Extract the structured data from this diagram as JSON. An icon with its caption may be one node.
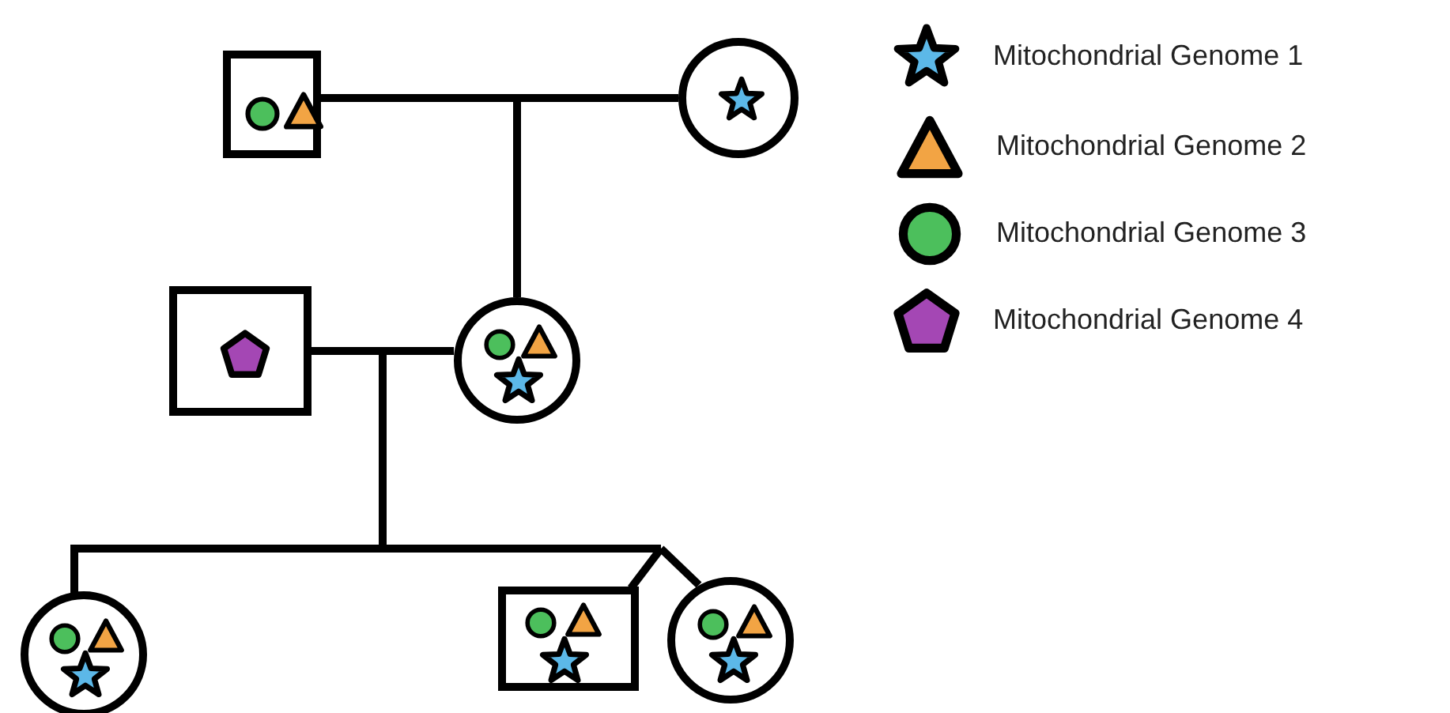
{
  "diagram": {
    "nodes": [
      {
        "text": [],
        "shape": "box"
      },
      {
        "text": [],
        "shape": "circle",
        "in": 0
      },
      {
        "text": [],
        "shape": "triangle",
        "in": 0
      },
      {
        "text": [],
        "shape": "circle"
      },
      {
        "text": [],
        "shape": "star",
        "in": 3
      },
      {
        "text": [],
        "shape": "box"
      },
      {
        "text": [],
        "shape": "pentagon",
        "in": 5
      },
      {
        "text": [],
        "shape": "circle"
      },
      {
        "text": [],
        "shape": "circle",
        "in": 7
      },
      {
        "text": [],
        "shape": "triangle",
        "in": 7
      },
      {
        "text": [],
        "shape": "star",
        "in": 7
      },
      {
        "text": [],
        "shape": "circle"
      },
      {
        "text": [],
        "shape": "circle",
        "in": 11
      },
      {
        "text": [],
        "shape": "triangle",
        "in": 11
      },
      {
        "text": [],
        "shape": "star",
        "in": 11
      },
      {
        "text": [],
        "shape": "box"
      },
      {
        "text": [],
        "shape": "circle",
        "in": 15
      },
      {
        "text": [],
        "shape": "triangle",
        "in": 15
      },
      {
        "text": [],
        "shape": "star",
        "in": 15
      },
      {
        "text": [],
        "shape": "circle"
      },
      {
        "text": [],
        "shape": "circle",
        "in": 19
      },
      {
        "text": [],
        "shape": "triangle",
        "in": 19
      },
      {
        "text": [],
        "shape": "star",
        "in": 19
      }
    ],
    "edges": [
      {
        "from": 0,
        "to": 3,
        "arrow": "none"
      },
      {
        "from": 0,
        "to": 7,
        "arrow": "none"
      },
      {
        "from": 3,
        "to": 7,
        "arrow": "none"
      },
      {
        "from": 5,
        "to": 7,
        "arrow": "none"
      },
      {
        "from": 5,
        "to": 11,
        "arrow": "none"
      },
      {
        "from": 5,
        "to": 15,
        "arrow": "none"
      },
      {
        "from": 5,
        "to": 19,
        "arrow": "none"
      },
      {
        "from": 7,
        "to": 11,
        "arrow": "none"
      },
      {
        "from": 7,
        "to": 15,
        "arrow": "none"
      },
      {
        "from": 7,
        "to": 19,
        "arrow": "none"
      }
    ],
    "legend": [
      {
        "text": "Mitochondrial Genome 1",
        "color": "#5cb8e8"
      },
      {
        "text": "Mitochondrial Genome 2",
        "color": "#f2a444"
      },
      {
        "text": "Mitochondrial Genome 3",
        "color": "#4cbf5c"
      },
      {
        "text": "Mitochondrial Genome 4",
        "color": "#a447b4"
      }
    ]
  }
}
